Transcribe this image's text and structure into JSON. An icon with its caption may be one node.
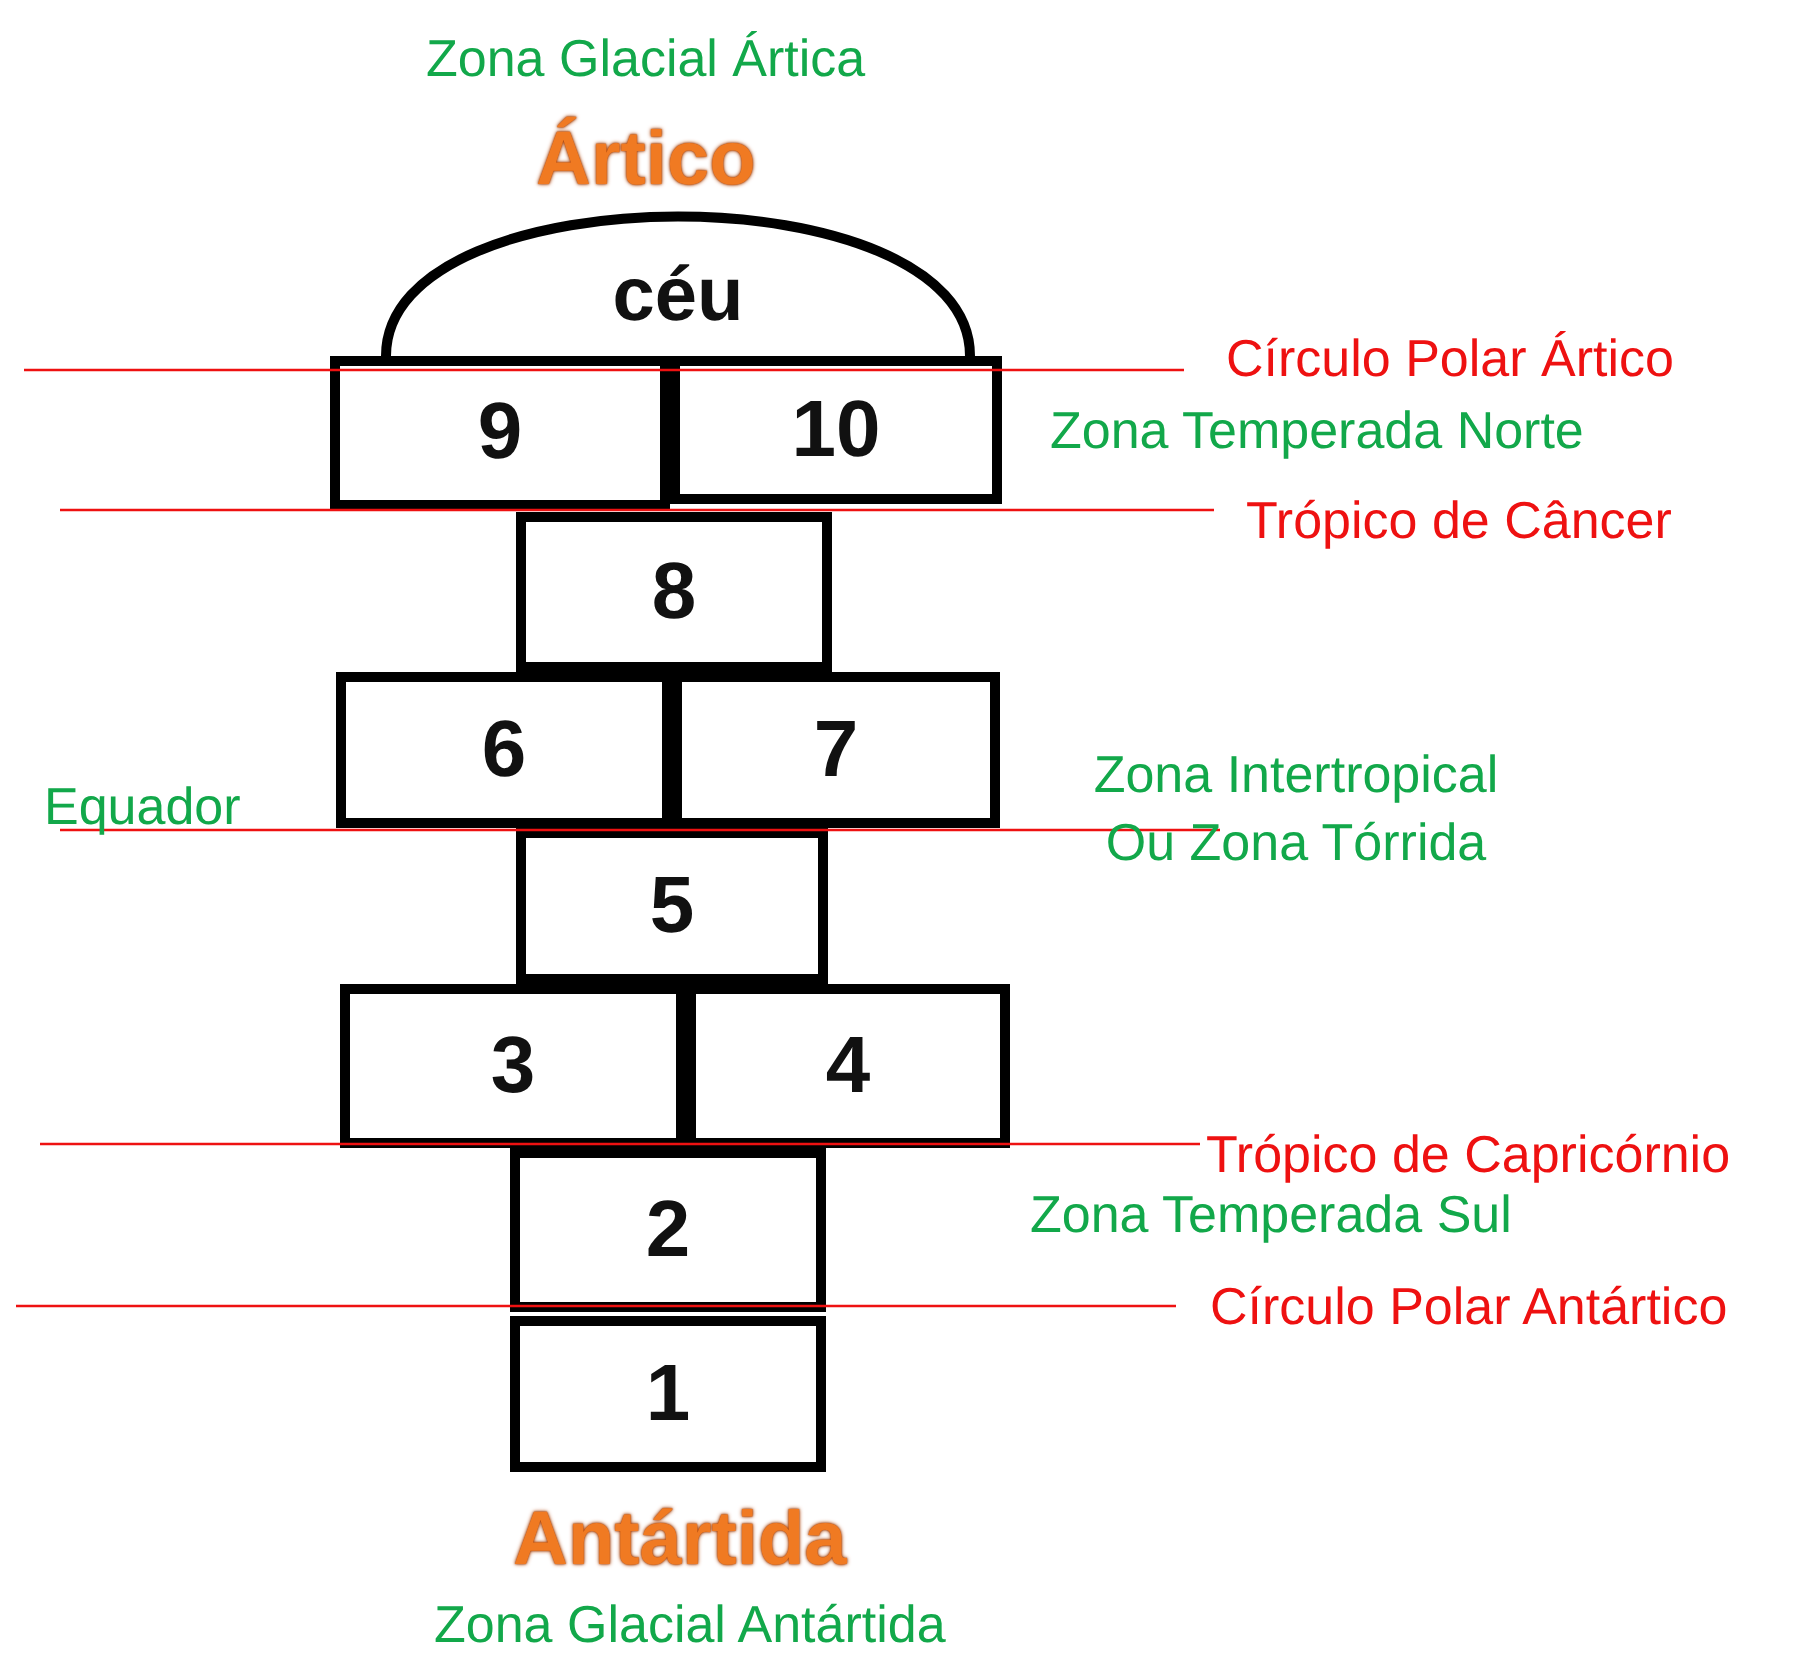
{
  "diagram": {
    "nodes": [
      {
        "text": [
          "céu"
        ]
      },
      {
        "text": [
          "9"
        ]
      },
      {
        "text": [
          "10"
        ]
      },
      {
        "text": [
          "8"
        ]
      },
      {
        "text": [
          "6"
        ]
      },
      {
        "text": [
          "7"
        ]
      },
      {
        "text": [
          "5"
        ]
      },
      {
        "text": [
          "3"
        ]
      },
      {
        "text": [
          "4"
        ]
      },
      {
        "text": [
          "2"
        ]
      },
      {
        "text": [
          "1"
        ]
      }
    ],
    "edges": [],
    "labels": [
      "Zona Glacial Ártica",
      "Ártico",
      "Círculo Polar Ártico",
      "Zona Temperada Norte",
      "Trópico de Câncer",
      "Zona Intertropical Ou Zona Tórrida",
      "Equador",
      "Trópico de Capricórnio",
      "Zona Temperada Sul",
      "Círculo Polar Antártico",
      "Antártida",
      "Zona Glacial Antártida"
    ]
  }
}
